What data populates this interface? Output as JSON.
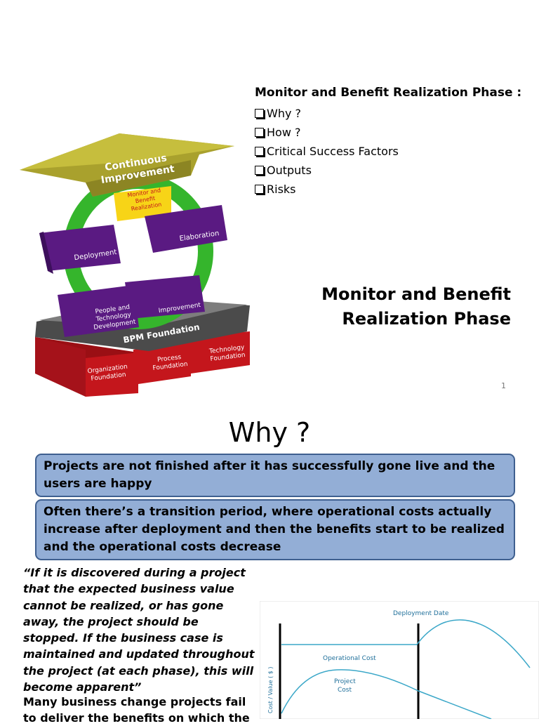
{
  "slide1": {
    "agenda_title": "Monitor and Benefit Realization Phase :",
    "agenda_items": [
      "Why ?",
      "How ?",
      "Critical Success Factors",
      "Outputs",
      "Risks"
    ],
    "phase_title_line1": "Monitor and Benefit",
    "phase_title_line2": "Realization Phase",
    "page_number": "1",
    "diagram": {
      "top": [
        "Continuous",
        "Improvement"
      ],
      "monitor": [
        "Monitor and",
        "Benefit",
        "Realization"
      ],
      "deployment": "Deployment",
      "elaboration": "Elaboration",
      "people": [
        "People and",
        "Technology",
        "Development"
      ],
      "improvement": "Improvement",
      "foundation": "BPM Foundation",
      "org": [
        "Organization",
        "Foundation"
      ],
      "process": [
        "Process",
        "Foundation"
      ],
      "tech": [
        "Technology",
        "Foundation"
      ]
    }
  },
  "slide2": {
    "heading": "Why ?",
    "box1": "Projects are not finished after it has successfully gone live and the users are happy",
    "box2": "Often there’s a transition period, where operational costs actually increase after deployment and then the benefits start to be realized and the operational costs decrease",
    "quote": "“If it is discovered during a project that the expected business value cannot be realized, or has gone away, the project should be stopped. If the business case is maintained and updated throughout the project (at each phase), this will become apparent”",
    "bottom_text": "Many business change projects fail to deliver the benefits on which the",
    "chart": {
      "deployment_label": "Deployment Date",
      "operational_label": "Operational Cost",
      "project_label": [
        "Project",
        "Cost"
      ],
      "y_axis_label": "Cost / Value ( $ )"
    }
  },
  "colors": {
    "box_fill": "#93aed6",
    "box_border": "#3e5f8f",
    "chart_line": "#3aa7c8",
    "purple": "#5a1a82",
    "olive": "#a9a12d",
    "green": "#35b52c",
    "red": "#c4161c",
    "monitor_yellow": "#f7d417"
  }
}
